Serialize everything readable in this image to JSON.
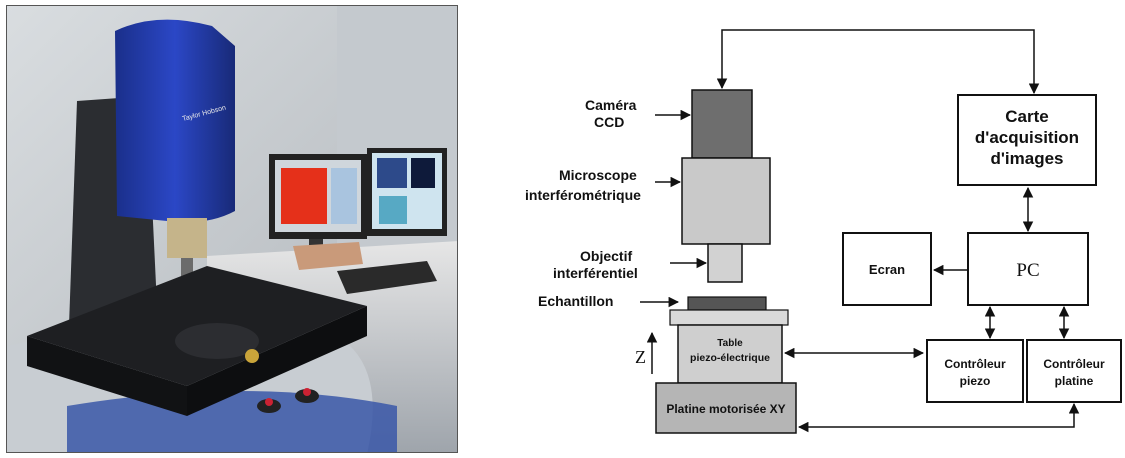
{
  "photo": {
    "brand_mark": "Taylor Hobson"
  },
  "diagram": {
    "camera_label_1": "Caméra",
    "camera_label_2": "CCD",
    "microscope_label_1": "Microscope",
    "microscope_label_2": "interférométrique",
    "objective_label_1": "Objectif",
    "objective_label_2": "interférentiel",
    "sample_label": "Echantillon",
    "table_label_1": "Table",
    "table_label_2": "piezo-électrique",
    "stage_label": "Platine motorisée XY",
    "z_label": "Z",
    "card_label_1": "Carte",
    "card_label_2": "d'acquisition",
    "card_label_3": "d'images",
    "screen_label": "Ecran",
    "pc_label": "PC",
    "piezo_ctrl_label_1": "Contrôleur",
    "piezo_ctrl_label_2": "piezo",
    "stage_ctrl_label_1": "Contrôleur",
    "stage_ctrl_label_2": "platine"
  },
  "colors": {
    "camera": "#6e6e6e",
    "microscope": "#c9c9c9",
    "objective": "#d2d2d2",
    "sample": "#555555",
    "table": "#cfcfcf",
    "stage": "#b5b5b5",
    "box": "#ffffff",
    "line": "#111111"
  }
}
